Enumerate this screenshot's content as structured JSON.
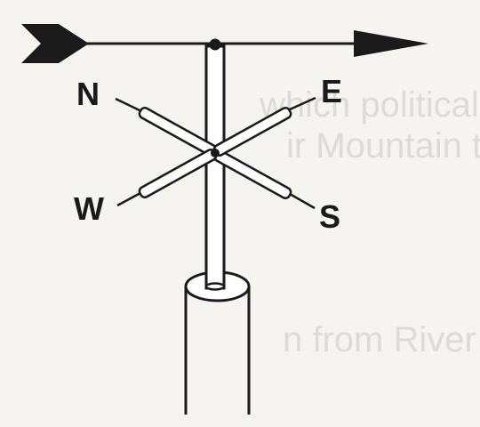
{
  "bleed_through": {
    "line_1": "which political parties ha",
    "line_2": "ir Mountain tune",
    "line_3": "n from River Nile?"
  },
  "compass": {
    "north": "N",
    "east": "E",
    "west": "W",
    "south": "S"
  },
  "colors": {
    "ink": "#1a1a1a",
    "paper": "#f6f4f1",
    "fill": "#ffffff",
    "bleed": "#dedbd6"
  }
}
